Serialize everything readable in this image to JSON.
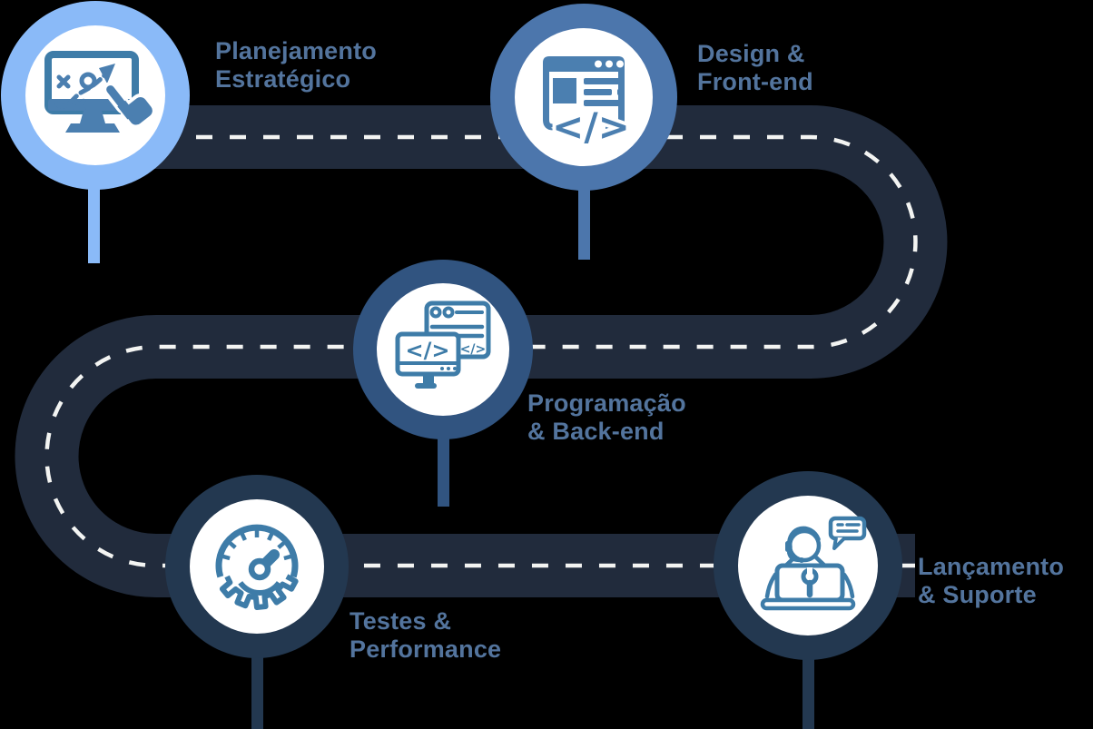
{
  "colors": {
    "background": "#000000",
    "road": "#212B3C",
    "dash": "#F3F4F2",
    "labelText": "#53749D",
    "iconFill": "#4B7FB0",
    "iconStroke": "#3E7CA8",
    "ring1": "#8ABAF8",
    "ring2": "#4C76AC",
    "ring3": "#315480",
    "ring4": "#233850",
    "ring5": "#233850"
  },
  "code_glyph": "</>",
  "milestones": [
    {
      "label_line1": "Planejamento",
      "label_line2": "Estratégico",
      "icon": "strategy-screen-icon"
    },
    {
      "label_line1": "Design &",
      "label_line2": "Front-end",
      "icon": "browser-code-icon"
    },
    {
      "label_line1": "Programação",
      "label_line2": "& Back-end",
      "icon": "dual-screen-code-icon"
    },
    {
      "label_line1": "Testes &",
      "label_line2": "Performance",
      "icon": "gauge-gear-icon"
    },
    {
      "label_line1": "Lançamento",
      "label_line2": "& Suporte",
      "icon": "support-agent-icon"
    }
  ]
}
